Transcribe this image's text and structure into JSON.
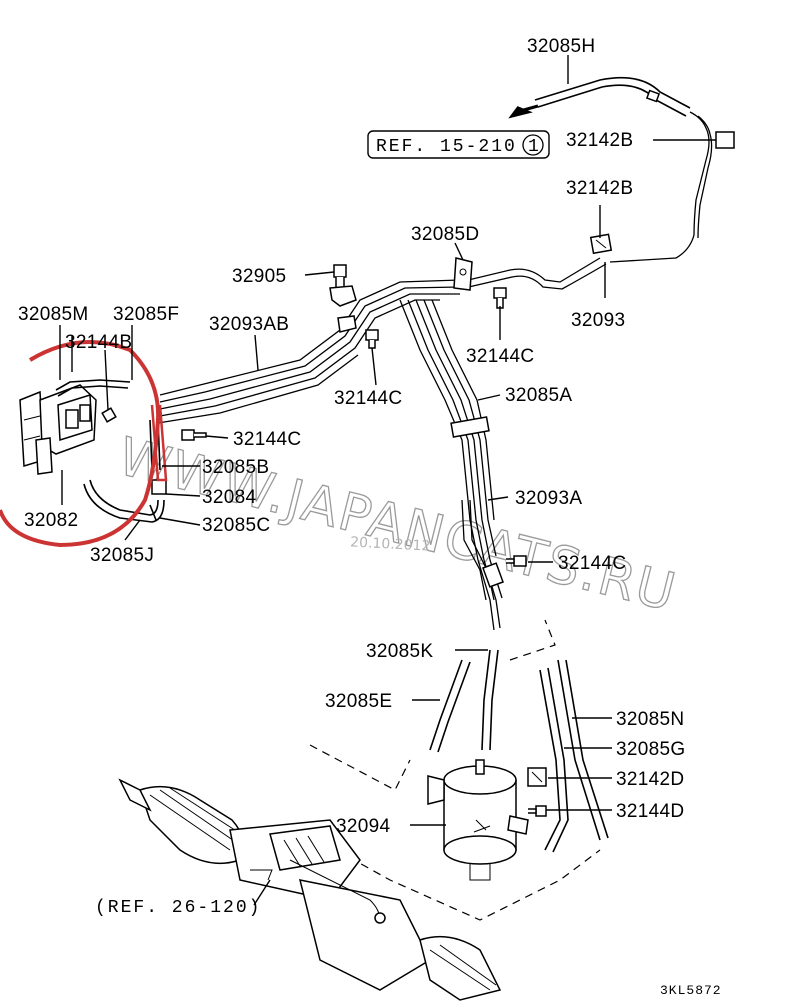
{
  "diagram": {
    "title": "Fuel line / vapor hose parts diagram",
    "ref_upper": "REF. 15-210",
    "ref_upper_circle": "1",
    "ref_lower": "(REF. 26-120)",
    "code": "3KL5872",
    "watermark": "WWW.JAPANCATS.RU",
    "watermark_date": "20.10.2012",
    "annotation_color": "#cc3333",
    "labels": {
      "p32085H": "32085H",
      "p32142B_a": "32142B",
      "p32142B_b": "32142B",
      "p32085D": "32085D",
      "p32905": "32905",
      "p32093": "32093",
      "p32085M": "32085M",
      "p32085F": "32085F",
      "p32093AB": "32093AB",
      "p32144B": "32144B",
      "p32144C_a": "32144C",
      "p32144C_b": "32144C",
      "p32085A": "32085A",
      "p32144C_c": "32144C",
      "p32085B": "32085B",
      "p32084": "32084",
      "p32093A": "32093A",
      "p32082": "32082",
      "p32085C": "32085C",
      "p32085J": "32085J",
      "p32144C_d": "32144C",
      "p32085K": "32085K",
      "p32085E": "32085E",
      "p32085N": "32085N",
      "p32085G": "32085G",
      "p32142D": "32142D",
      "p32144D": "32144D",
      "p32094": "32094"
    }
  }
}
